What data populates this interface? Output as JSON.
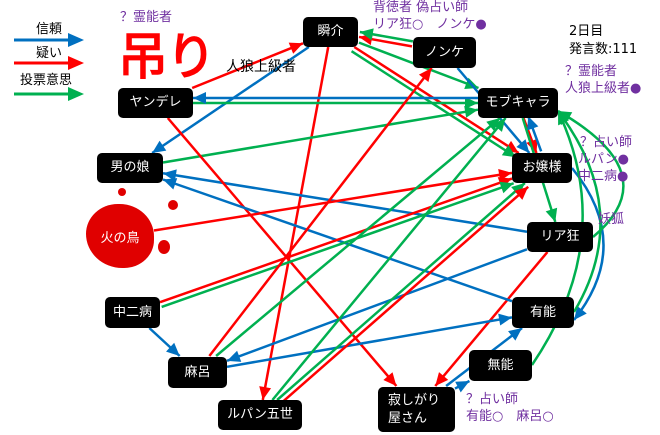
{
  "legend": {
    "trust": "信頼",
    "doubt": "疑い",
    "vote": "投票意思"
  },
  "colors": {
    "trust": "#0070c0",
    "doubt": "#ff0000",
    "vote": "#00b050",
    "annotation": "#7030a0"
  },
  "hang_label": "吊り",
  "day": "2日目",
  "post_count": "発言数:111",
  "nodes": {
    "yandere": "ヤンデレ",
    "shunsuke": "瞬介",
    "nonke": "ノンケ",
    "mob": "モブキャラ",
    "ojou": "お嬢様",
    "otokonoko": "男の娘",
    "hinotori": "火の鳥",
    "riakyou": "リア狂",
    "chuuni": "中二病",
    "yuunou": "有能",
    "munou": "無能",
    "maro": "麻呂",
    "sabishi1": "寂しがり",
    "sabishi2": "屋さん",
    "lupin": "ルパン五世"
  },
  "annotations": {
    "top_left_1": "？霊能者",
    "top_left_2": "人狼上級者",
    "shunsuke_1": "背徳者 偽占い師",
    "shunsuke_2": "リア狂○　ノンケ●",
    "mob_1": "？霊能者",
    "mob_2": "人狼上級者●",
    "ojou_1": "？占い師",
    "ojou_2": "ルパン●",
    "ojou_3": "中二病●",
    "riakyou_1": "妖狐",
    "sabishi_1": "？占い師",
    "sabishi_2": "有能○　麻呂○"
  },
  "edges": [
    {
      "from": "yandere",
      "to": "shunsuke",
      "type": "doubt"
    },
    {
      "from": "nonke",
      "to": "shunsuke",
      "type": "doubt"
    },
    {
      "from": "nonke",
      "to": "shunsuke",
      "type": "vote"
    },
    {
      "from": "shunsuke",
      "to": "ojou",
      "type": "doubt"
    },
    {
      "from": "shunsuke",
      "to": "ojou",
      "type": "vote"
    },
    {
      "from": "shunsuke",
      "to": "otokonoko",
      "type": "trust"
    },
    {
      "from": "shunsuke",
      "to": "lupin",
      "type": "doubt"
    },
    {
      "from": "shunsuke",
      "to": "mob",
      "type": "vote"
    },
    {
      "from": "nonke",
      "to": "ojou",
      "type": "trust"
    },
    {
      "from": "mob",
      "to": "ojou",
      "type": "doubt"
    },
    {
      "from": "ojou",
      "to": "mob",
      "type": "trust"
    },
    {
      "from": "yandere",
      "to": "mob",
      "type": "vote"
    },
    {
      "from": "otokonoko",
      "to": "mob",
      "type": "vote"
    },
    {
      "from": "mob",
      "to": "yandere",
      "type": "trust"
    },
    {
      "from": "riakyou",
      "to": "otokonoko",
      "type": "trust"
    },
    {
      "from": "riakyou",
      "to": "maro",
      "type": "trust"
    },
    {
      "from": "riakyou",
      "to": "sabishi",
      "type": "doubt"
    },
    {
      "from": "mob",
      "to": "riakyou",
      "type": "vote"
    },
    {
      "from": "yandere",
      "to": "sabishi",
      "type": "doubt"
    },
    {
      "from": "yuunou",
      "to": "otokonoko",
      "type": "trust"
    },
    {
      "from": "chuuni",
      "to": "ojou",
      "type": "doubt"
    },
    {
      "from": "chuuni",
      "to": "ojou",
      "type": "vote"
    },
    {
      "from": "chuuni",
      "to": "maro",
      "type": "trust"
    },
    {
      "from": "hinotori",
      "to": "ojou",
      "type": "doubt"
    },
    {
      "from": "maro",
      "to": "nonke",
      "type": "doubt"
    },
    {
      "from": "maro",
      "to": "mob",
      "type": "vote"
    },
    {
      "from": "maro",
      "to": "yuunou",
      "type": "trust"
    },
    {
      "from": "lupin",
      "to": "ojou",
      "type": "vote"
    },
    {
      "from": "lupin",
      "to": "mob",
      "type": "vote"
    },
    {
      "from": "lupin",
      "to": "ojou",
      "type": "doubt"
    },
    {
      "from": "sabishi",
      "to": "yuunou",
      "type": "trust"
    },
    {
      "from": "sabishi",
      "to": "munou",
      "type": "trust"
    },
    {
      "from": "ojou",
      "to": "yuunou",
      "type": "trust",
      "curve": true
    },
    {
      "from": "riakyou",
      "to": "mob",
      "type": "vote",
      "curve": true
    },
    {
      "from": "yuunou",
      "to": "mob",
      "type": "vote",
      "curve": true
    },
    {
      "from": "munou",
      "to": "mob",
      "type": "vote",
      "curve": true
    }
  ]
}
